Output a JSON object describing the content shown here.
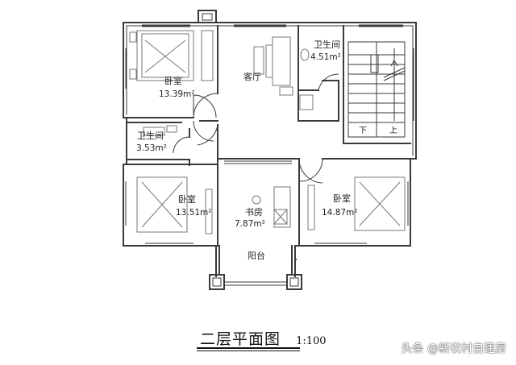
{
  "rooms": {
    "bedroom_nw": {
      "name": "卧室",
      "area": "13.39m²"
    },
    "living_room": {
      "name": "客厅"
    },
    "bathroom_ne": {
      "name": "卫生间",
      "area": "4.51m²"
    },
    "bathroom_w": {
      "name": "卫生间",
      "area": "3.53m²"
    },
    "bedroom_sw": {
      "name": "卧室",
      "area": "13.51m²"
    },
    "study": {
      "name": "书房",
      "area": "7.87m²"
    },
    "bedroom_se": {
      "name": "卧室",
      "area": "14.87m²"
    },
    "balcony": {
      "name": "阳台"
    }
  },
  "stairs": {
    "down": "下",
    "up": "上"
  },
  "title": {
    "text": "二层平面图",
    "scale": "1:100"
  },
  "watermark": "头条 @新农村自建房",
  "colors": {
    "wall": "#3a3a3a",
    "furniture": "#777777",
    "background": "#ffffff"
  }
}
